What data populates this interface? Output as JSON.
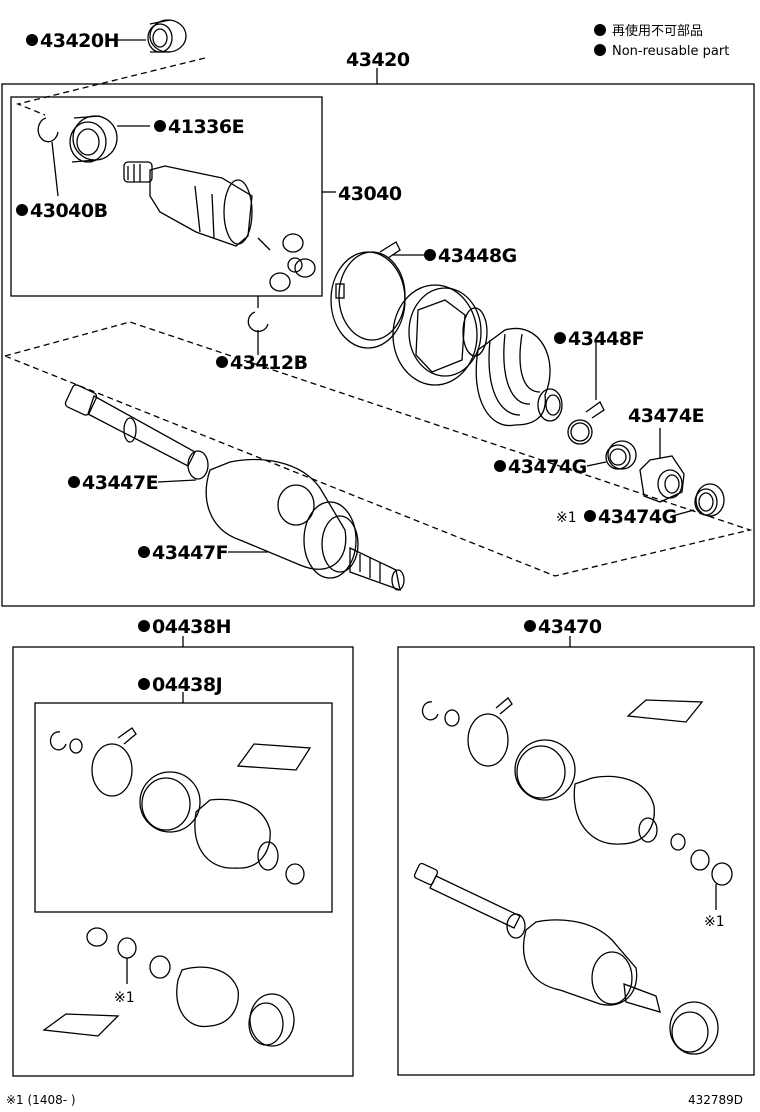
{
  "legend": {
    "jp": "再使用不可部品",
    "en": "Non-reusable part"
  },
  "labels": {
    "p43420H": "43420H",
    "p43420": "43420",
    "p41336E": "41336E",
    "p43040": "43040",
    "p43040B": "43040B",
    "p43448G": "43448G",
    "p43412B": "43412B",
    "p43448F": "43448F",
    "p43474E": "43474E",
    "p43474G_a": "43474G",
    "p43474G_b": "43474G",
    "p43447E": "43447E",
    "p43447F": "43447F",
    "p04438H": "04438H",
    "p04438J": "04438J",
    "p43470": "43470"
  },
  "marks": {
    "note_mark": "※1",
    "note_mark_b": "※1",
    "note_mark_c": "※1",
    "note_mark_d": "※1"
  },
  "footer": {
    "note": "※1 (1408-      )",
    "diagram_id": "432789D"
  },
  "colors": {
    "line": "#000000",
    "background": "#ffffff"
  }
}
